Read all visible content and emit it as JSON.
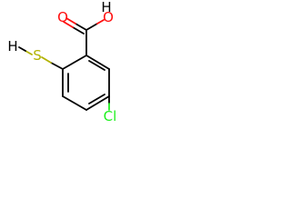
{
  "molecule": {
    "atoms": {
      "hydroxyl_h": "H",
      "hydroxyl_o": "O",
      "carbonyl_o": "O",
      "thiol_h": "H",
      "thiol_s": "S",
      "chlorine": "Cl"
    },
    "colors": {
      "carbon_bond": "#000000",
      "oxygen": "#ff0d0d",
      "sulfur": "#b2b200",
      "chlorine": "#1ff01f",
      "hydrogen": "#000000"
    }
  }
}
